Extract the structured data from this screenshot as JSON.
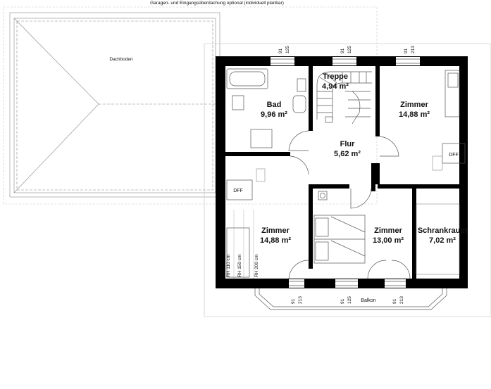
{
  "caption": "Garagen- und Eingangsüberdachung optional (individuell planbar)",
  "attic_label": "Dachboden",
  "rooms": [
    {
      "name": "Treppe",
      "area": "4,94 m²"
    },
    {
      "name": "Bad",
      "area": "9,96 m²"
    },
    {
      "name": "Zimmer",
      "area": "14,88 m²"
    },
    {
      "name": "Flur",
      "area": "5,62 m²"
    },
    {
      "name": "Zimmer",
      "area": "14,88 m²"
    },
    {
      "name": "Zimmer",
      "area": "13,00 m²"
    },
    {
      "name": "Schrankraum",
      "area": "7,02 m²"
    }
  ],
  "windows": [
    {
      "width": "91",
      "height": "125"
    },
    {
      "width": "91",
      "height": "125"
    },
    {
      "width": "91",
      "height": "213"
    },
    {
      "width": "91",
      "height": "213"
    },
    {
      "width": "91",
      "height": "125"
    },
    {
      "width": "91",
      "height": "213"
    }
  ],
  "dff_label": "DFF",
  "balcony_label": "Balkon",
  "rh_labels": [
    "RH 110 cm",
    "RH 150 cm",
    "RH 200 cm"
  ]
}
